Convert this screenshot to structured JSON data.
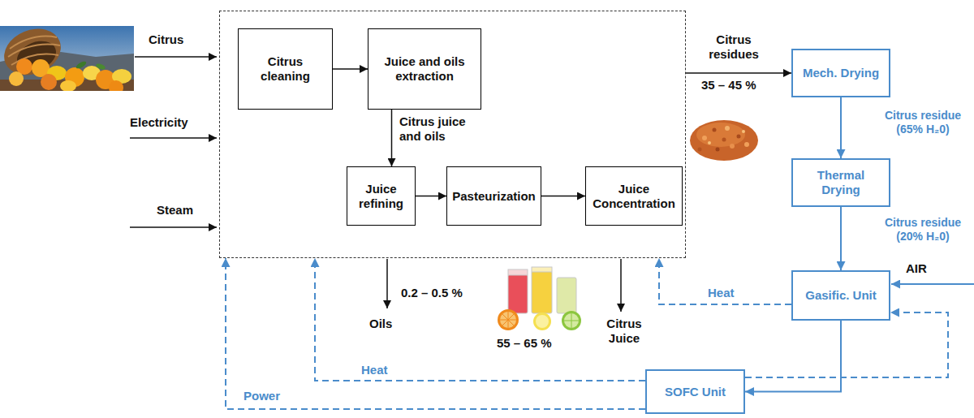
{
  "diagram": {
    "nodes": [
      {
        "text": []
      },
      {
        "text": [
          "Citrus cleaning"
        ],
        "in": 0
      },
      {
        "text": [
          "Juice and oils extraction"
        ],
        "in": 0
      },
      {
        "text": [
          "Juice refining"
        ],
        "in": 0
      },
      {
        "text": [
          "Pasteurization"
        ],
        "in": 0
      },
      {
        "text": [
          "Juice Concentration"
        ],
        "in": 0
      },
      {
        "text": [
          "Mech. Drying"
        ]
      },
      {
        "text": [
          "Thermal Drying"
        ]
      },
      {
        "text": [
          "Gasific. Unit"
        ]
      },
      {
        "text": [
          "SOFC Unit"
        ]
      }
    ],
    "edges": [
      {
        "from": 1,
        "to": 2,
        "arrow": "to"
      },
      {
        "from": 2,
        "to": 3,
        "label": "Citrus juice and oils",
        "arrow": "to"
      },
      {
        "from": 3,
        "to": 4,
        "arrow": "to"
      },
      {
        "from": 4,
        "to": 5,
        "arrow": "to"
      },
      {
        "from": 0,
        "to": 6,
        "label": "Citrus residues",
        "arrow": "to"
      },
      {
        "from": 6,
        "to": 7,
        "label": "Citrus residue (65% H₂0)",
        "arrow": "to"
      },
      {
        "from": 7,
        "to": 8,
        "label": "Citrus residue (20% H₂0)",
        "arrow": "to"
      },
      {
        "from": 8,
        "to": 9,
        "arrow": "to"
      },
      {
        "from": 9,
        "to": 8,
        "arrow": "to"
      },
      {
        "from": 8,
        "to": 0,
        "label": "Heat",
        "arrow": "to"
      },
      {
        "from": 9,
        "to": 0,
        "label": "Heat",
        "arrow": "to"
      },
      {
        "from": 9,
        "to": 0,
        "label": "Power",
        "arrow": "to"
      }
    ],
    "labels": [
      "Citrus",
      "Electricity",
      "Steam",
      "35 – 45 %",
      "0.2 – 0.5 %",
      "Oils",
      "55 – 65 %",
      "Citrus Juice",
      "AIR"
    ]
  }
}
